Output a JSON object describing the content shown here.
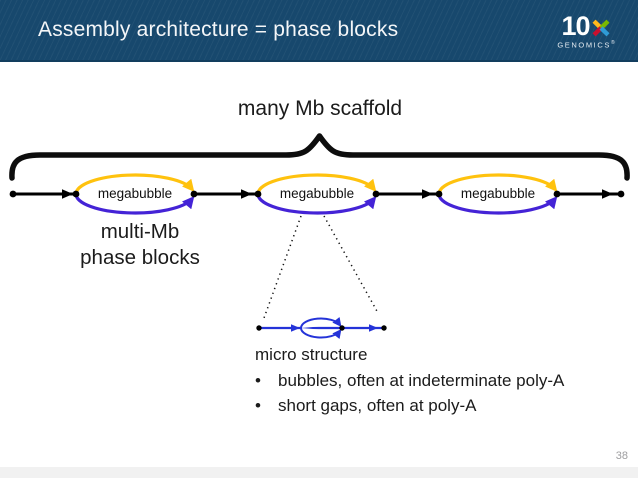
{
  "header": {
    "title": "Assembly architecture = phase blocks",
    "logo": {
      "number": "10",
      "name": "GENOMICS",
      "reg": "®"
    }
  },
  "diagram": {
    "scaffold_label": "many Mb scaffold",
    "megabubbles": [
      {
        "label": "megabubble"
      },
      {
        "label": "megabubble"
      },
      {
        "label": "megabubble"
      }
    ],
    "phase_label": {
      "line1": "multi-Mb",
      "line2": "phase blocks"
    },
    "micro": {
      "title": "micro structure",
      "bullet_char": "•",
      "bullets": [
        "bubbles, often at indeterminate poly-A",
        "short gaps, often at poly-A"
      ]
    },
    "colors": {
      "header_bg": "#17486D",
      "bubble_top": "#FFC20E",
      "bubble_bottom": "#4423D6",
      "micro_blue": "#2433D8",
      "line_black": "#000000",
      "logo_x_yellow": "#FFB81C",
      "logo_x_green": "#7AB800",
      "logo_x_red": "#C8102E",
      "logo_x_blue": "#2F9BD6"
    }
  },
  "page_number": "38"
}
